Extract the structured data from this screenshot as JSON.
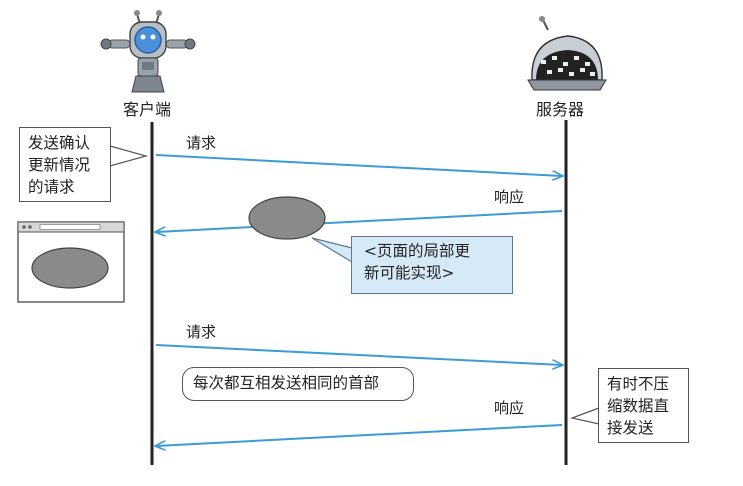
{
  "actors": {
    "client": "客户端",
    "server": "服务器"
  },
  "messages": [
    {
      "label": "请求"
    },
    {
      "label": "响应"
    },
    {
      "label": "请求"
    },
    {
      "label": "响应"
    }
  ],
  "notes": {
    "update_check": [
      "发送确认",
      "更新情况",
      "的请求"
    ],
    "partial_update": [
      "<页面的局部更",
      "新可能实现>"
    ],
    "same_header": "每次都互相发送相同的首部",
    "uncompressed": [
      "有时不压",
      "缩数据直",
      "接发送"
    ]
  },
  "colors": {
    "arrow": "#3b9bd6",
    "blob": "#8a8a8a",
    "note_blue": "#d6e9f7"
  }
}
